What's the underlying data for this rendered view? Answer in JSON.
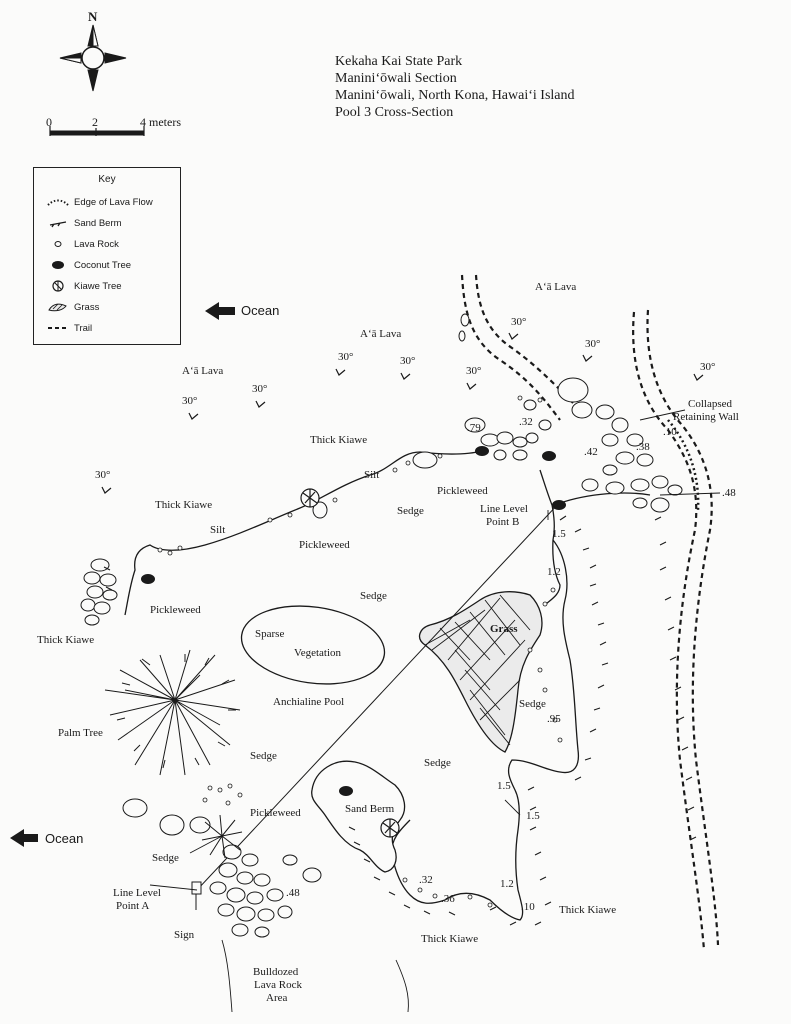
{
  "title": {
    "line1": "Kekaha Kai State Park",
    "line2": "Maniniʻōwali Section",
    "line3": "Maniniʻōwali, North Kona, Hawaiʻi Island",
    "line4": "Pool 3 Cross-Section"
  },
  "compass": {
    "north_label": "N"
  },
  "scale_bar": {
    "tick0": "0",
    "tick1": "2",
    "tick2": "4 meters"
  },
  "key": {
    "title": "Key",
    "items": [
      {
        "label": "Edge of Lava Flow",
        "icon": "dotted-edge-icon"
      },
      {
        "label": "Sand Berm",
        "icon": "sand-berm-icon"
      },
      {
        "label": "Lava Rock",
        "icon": "lava-rock-icon"
      },
      {
        "label": "Coconut Tree",
        "icon": "coconut-tree-icon"
      },
      {
        "label": "Kiawe Tree",
        "icon": "kiawe-tree-icon"
      },
      {
        "label": "Grass",
        "icon": "grass-icon"
      },
      {
        "label": "Trail",
        "icon": "trail-icon"
      }
    ]
  },
  "ocean_labels": {
    "top": "Ocean",
    "left": "Ocean"
  },
  "terrain": {
    "aa_lava_1": "Aʻā Lava",
    "aa_lava_2": "Aʻā Lava",
    "aa_lava_3": "Aʻā Lava",
    "thick_kiawe_1": "Thick Kiawe",
    "thick_kiawe_2": "Thick Kiawe",
    "thick_kiawe_3": "Thick Kiawe",
    "thick_kiawe_4": "Thick Kiawe",
    "thick_kiawe_5": "Thick Kiawe",
    "silt_1": "Silt",
    "silt_2": "Silt",
    "pickleweed_1": "Pickleweed",
    "pickleweed_2": "Pickleweed",
    "pickleweed_3": "Pickleweed",
    "pickleweed_4": "Pickleweed",
    "sedge_1": "Sedge",
    "sedge_2": "Sedge",
    "sedge_3": "Sedge",
    "sedge_4": "Sedge",
    "sedge_5": "Sedge",
    "sedge_6": "Sedge",
    "sparse_1": "Sparse",
    "sparse_2": "Vegetation",
    "anchialine_pool": "Anchialine Pool",
    "palm_tree": "Palm Tree",
    "grass": "Grass",
    "sand_berm": "Sand Berm",
    "collapsed_1": "Collapsed",
    "collapsed_2": "Retaining Wall",
    "line_level_b1": "Line Level",
    "line_level_b2": "Point B",
    "line_level_a1": "Line Level",
    "line_level_a2": "Point A",
    "sign": "Sign",
    "bulldozed_1": "Bulldozed",
    "bulldozed_2": "Lava Rock",
    "bulldozed_3": "Area"
  },
  "slopes": [
    "30°",
    "30°",
    "30°",
    "30°",
    "30°",
    "30°",
    "30°",
    "30°",
    "30°"
  ],
  "depths": {
    "d79": ".79",
    "d32a": ".32",
    "d42": ".42",
    "d38": ".38",
    "d10a": ".10",
    "d48a": ".48",
    "d15a": "1.5",
    "d12a": "1.2",
    "d95": ".95",
    "d15b": "1.5",
    "d15c": "1.5",
    "d12b": "1.2",
    "d32b": ".32",
    "d36": ".36",
    "d10b": ".10",
    "d48b": ".48"
  },
  "colors": {
    "ink": "#1a1a1a",
    "paper": "#fbfbfa"
  }
}
